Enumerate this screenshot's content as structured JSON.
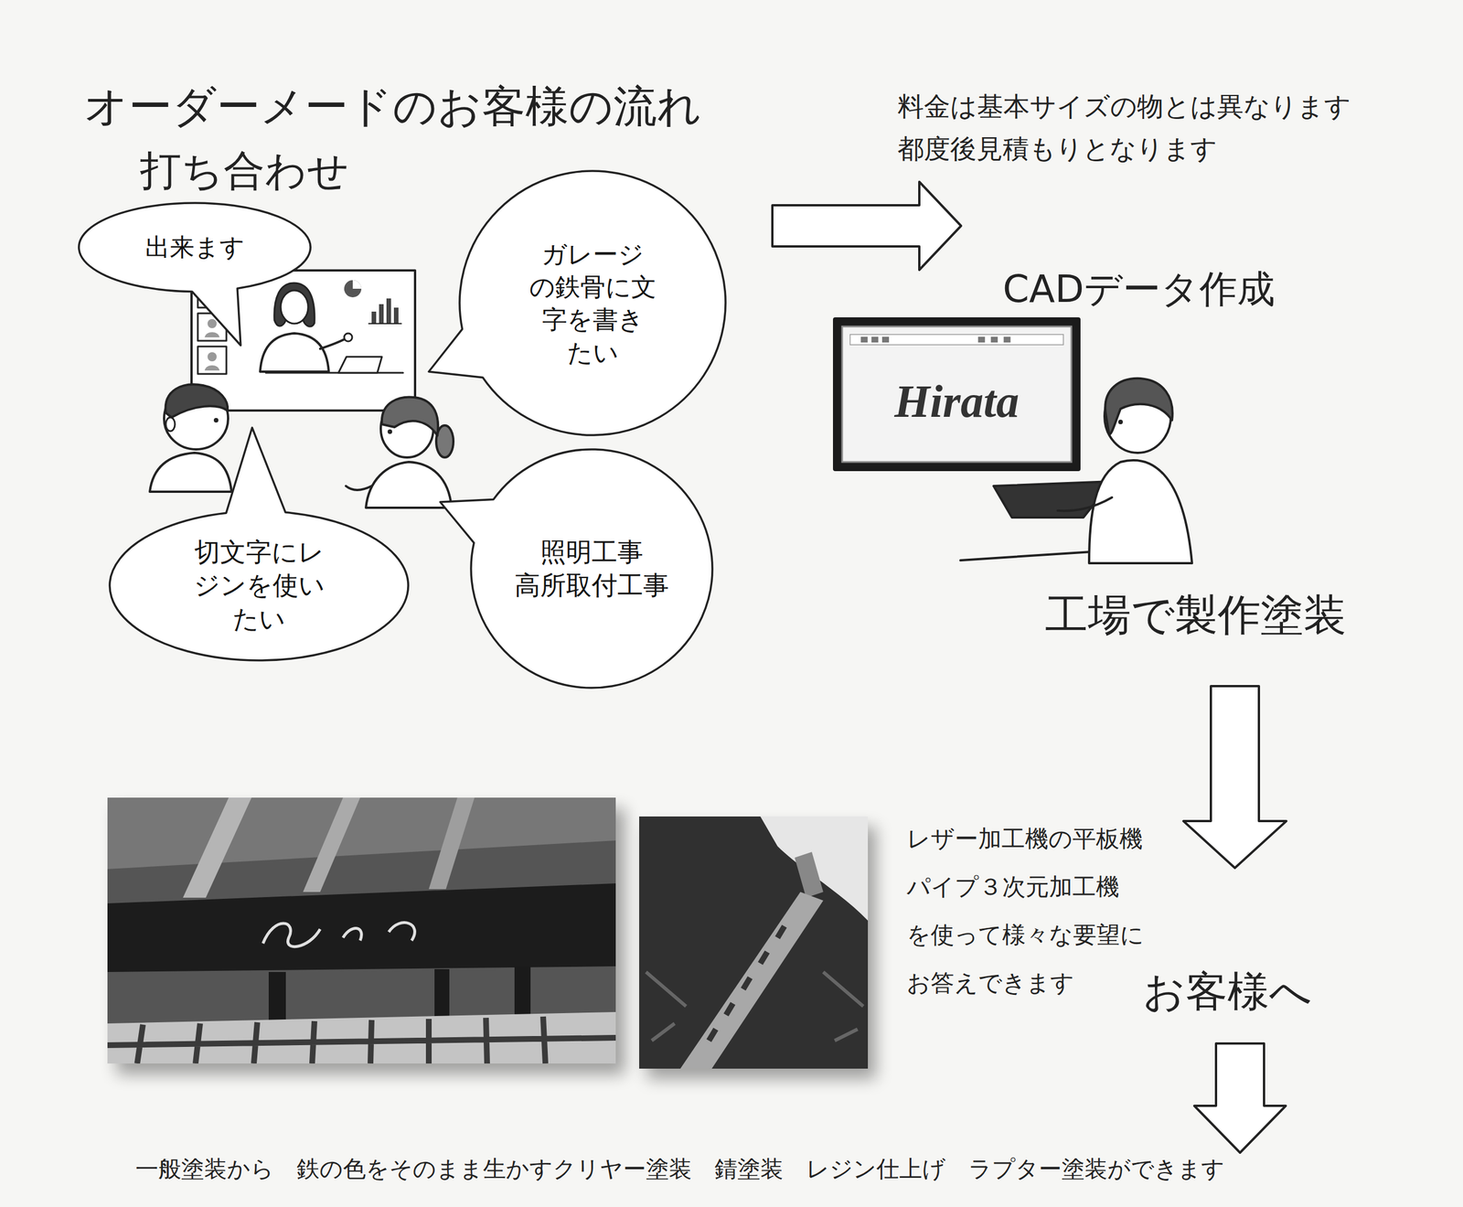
{
  "diagram": {
    "title": "オーダーメードのお客様の流れ",
    "nodes": [
      {
        "text": [
          "出来ます"
        ]
      },
      {
        "text": [
          "ガレージの鉄骨に文字を書きたい"
        ]
      },
      {
        "text": [
          "切文字にレジンを使いたい"
        ]
      },
      {
        "text": [
          "照明工事 高所取付工事"
        ]
      },
      {
        "text": [
          "Hirata"
        ]
      }
    ],
    "labels": [
      "打ち合わせ",
      "料金は基本サイズの物とは異なります 都度後見積もりとなります",
      "CADデータ作成",
      "工場で製作塗装",
      "レザー加工機の平板機 パイプ３次元加工機 を使って様々な要望に お答えできます",
      "お客様へ",
      "一般塗装から　鉄の色をそのまま生かすクリヤー塗装　錆塗装　レジン仕上げ　ラプター塗装ができます"
    ]
  }
}
